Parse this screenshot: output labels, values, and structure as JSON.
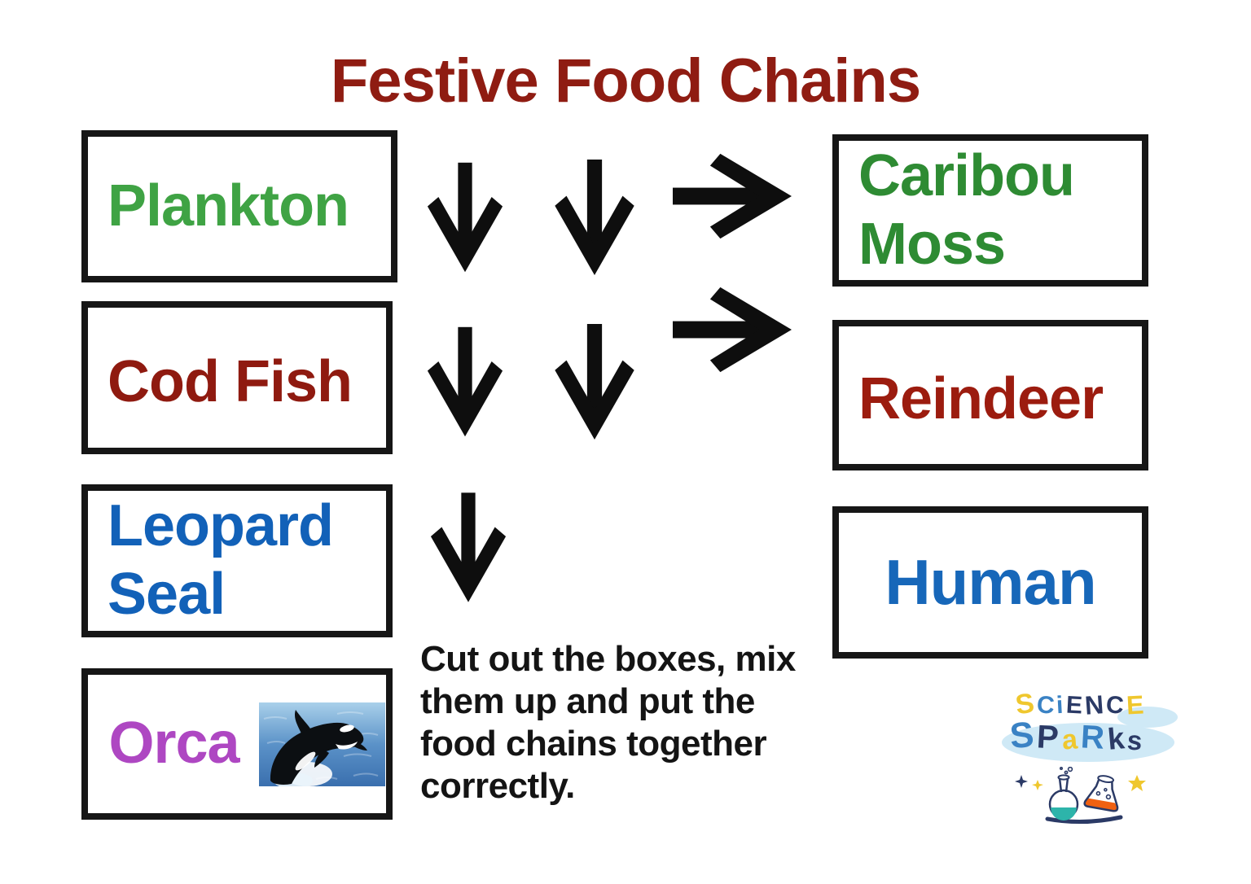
{
  "title": "Festive Food Chains",
  "colors": {
    "title": "#8f1c12",
    "box_border": "#161616",
    "arrow": "#0e0e0e",
    "instructions": "#141414",
    "plankton": "#3fa344",
    "cod_fish": "#8f1a10",
    "leopard_seal": "#1261b8",
    "orca": "#ae47c2",
    "caribou_moss": "#2e8b33",
    "reindeer": "#9c1c0f",
    "human": "#1767b9"
  },
  "boxes": {
    "plankton": {
      "label": "Plankton"
    },
    "cod_fish": {
      "label": "Cod Fish"
    },
    "leopard_seal": {
      "line1": "Leopard",
      "line2": "Seal"
    },
    "orca": {
      "label": "Orca"
    },
    "caribou_moss": {
      "line1": "Caribou",
      "line2": "Moss"
    },
    "reindeer": {
      "label": "Reindeer"
    },
    "human": {
      "label": "Human"
    }
  },
  "instructions": {
    "line1": "Cut out the boxes, mix",
    "line2": "them up and put the",
    "line3": "food chains together",
    "line4": "correctly."
  },
  "orca_photo": {
    "water_light": "#a9d0ea",
    "water_mid": "#5b92c8",
    "water_deep": "#3a6fae",
    "body": "#0c0f12"
  },
  "logo": {
    "line1": {
      "l0": "S",
      "l1": "C",
      "l2": "i",
      "l3": "E",
      "l4": "N",
      "l5": "C",
      "l6": "E"
    },
    "line2": {
      "l0": "S",
      "l1": "P",
      "l2": "a",
      "l3": "R",
      "l4": "k",
      "l5": "s"
    },
    "colors": {
      "yellow": "#efc72e",
      "blue": "#3a82c4",
      "navy": "#2b3a66",
      "splash": "#cfe9f6",
      "teal": "#2db4aa",
      "orange": "#f06112"
    }
  }
}
